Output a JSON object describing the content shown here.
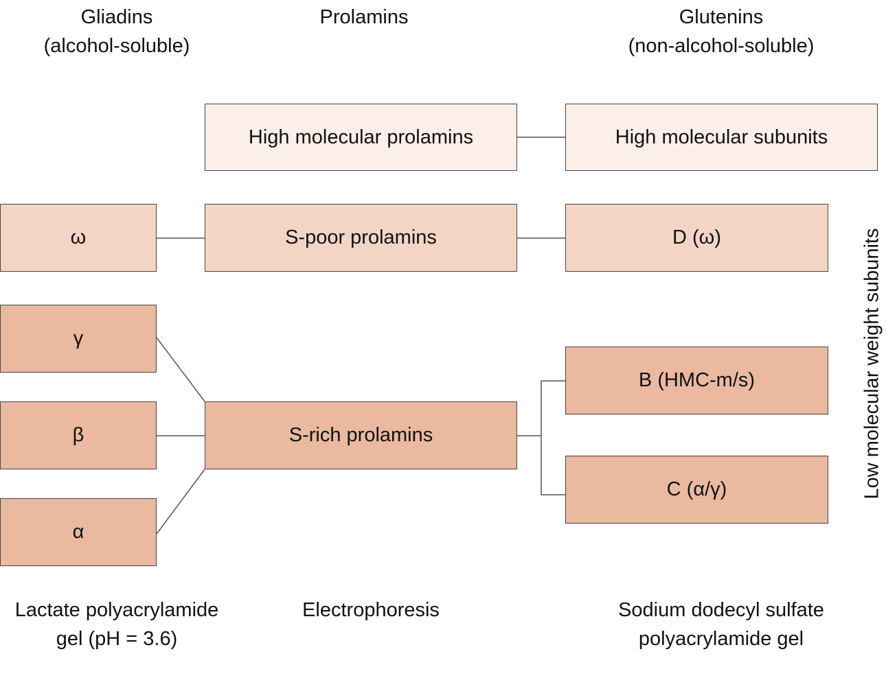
{
  "headers": {
    "gliadins": {
      "line1": "Gliadins",
      "line2": "(alcohol-soluble)"
    },
    "prolamins": {
      "line1": "Prolamins"
    },
    "glutenins": {
      "line1": "Glutenins",
      "line2": "(non-alcohol-soluble)"
    }
  },
  "boxes": {
    "high_molecular_prolamins": "High molecular prolamins",
    "high_molecular_subunits": "High molecular subunits",
    "omega": "ω",
    "s_poor_prolamins": "S-poor prolamins",
    "d_omega": "D (ω)",
    "gamma": "γ",
    "beta": "β",
    "alpha": "α",
    "s_rich_prolamins": "S-rich prolamins",
    "b_hmc": "B (HMC-m/s)",
    "c_alpha_gamma": "C (α/γ)"
  },
  "side_label": "Low molecular weight subunits",
  "footers": {
    "lactate": {
      "line1": "Lactate polyacrylamide",
      "line2": "gel (pH = 3.6)"
    },
    "electrophoresis": {
      "line1": "Electrophoresis"
    },
    "sds": {
      "line1": "Sodium dodecyl sulfate",
      "line2": "polyacrylamide gel"
    }
  },
  "colors": {
    "tier_high_molecular": "#fcefea",
    "tier_s_poor": "#f3d5c6",
    "tier_s_rich": "#eab9a0",
    "border": "#444444",
    "connector": "#555555"
  }
}
